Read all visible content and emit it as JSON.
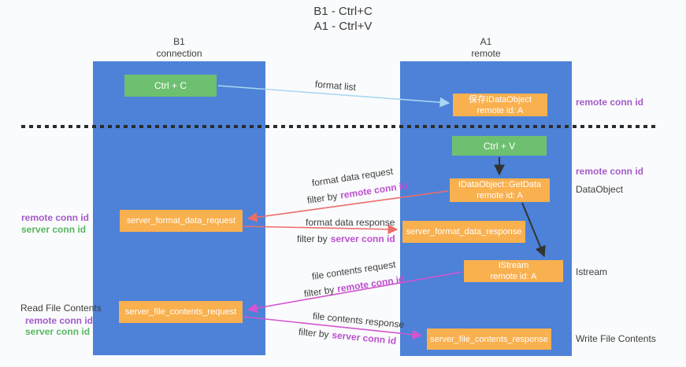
{
  "title": {
    "line1": "B1 - Ctrl+C",
    "line2": "A1 - Ctrl+V"
  },
  "lanes": {
    "left": {
      "name": "B1",
      "role": "connection"
    },
    "right": {
      "name": "A1",
      "role": "remote"
    }
  },
  "nodes": {
    "ctrl_c": {
      "label": "Ctrl + C"
    },
    "ctrl_v": {
      "label": "Ctrl + V"
    },
    "save_idataobject": {
      "line1": "保存IDataObject",
      "line2": "remote id: A"
    },
    "idataobject_getdata": {
      "line1": "IDataObject::GetData",
      "line2": "remote id: A"
    },
    "istream": {
      "line1": "IStream",
      "line2": "remote id: A"
    },
    "server_format_data_request": {
      "label": "server_format_data_request"
    },
    "server_format_data_response": {
      "label": "server_format_data_response"
    },
    "server_file_contents_request": {
      "label": "server_file_contents_request"
    },
    "server_file_contents_response": {
      "label": "server_file_contents_response"
    }
  },
  "edge_labels": {
    "format_list": "format list",
    "format_data_request": "format data request",
    "format_data_response": "format data response",
    "file_contents_request": "file contents request",
    "file_contents_response": "file contents response",
    "filter_remote_1": {
      "prefix": "filter by",
      "emphasis": "remote conn id"
    },
    "filter_server_1": {
      "prefix": "filter by",
      "emphasis": "server conn id"
    },
    "filter_remote_2": {
      "prefix": "filter by",
      "emphasis": "remote conn id"
    },
    "filter_server_2": {
      "prefix": "filter by",
      "emphasis": "server conn id"
    }
  },
  "side_labels": {
    "right": {
      "remote_conn_id_top": "remote conn id",
      "remote_conn_id_mid": "remote conn id",
      "dataobject": "DataObject",
      "istream": "Istream",
      "write_file_contents": "Write File Contents"
    },
    "left": {
      "remote_conn_id_top": "remote conn id",
      "server_conn_id_top": "server conn id",
      "read_file_contents": "Read File Contents",
      "remote_conn_id_bottom": "remote conn id",
      "server_conn_id_bottom": "server conn id"
    }
  },
  "colors": {
    "lane_blue": "#4d82d8",
    "node_green": "#6ec071",
    "node_orange": "#f9b04e",
    "arrow_light_blue": "#a9d7f2",
    "arrow_red": "#ed6d68",
    "arrow_magenta": "#d355cf",
    "arrow_black": "#333333",
    "label_purple": "#a45bc8",
    "label_green": "#57b661",
    "emphasis_magenta": "#bc4fd0"
  }
}
